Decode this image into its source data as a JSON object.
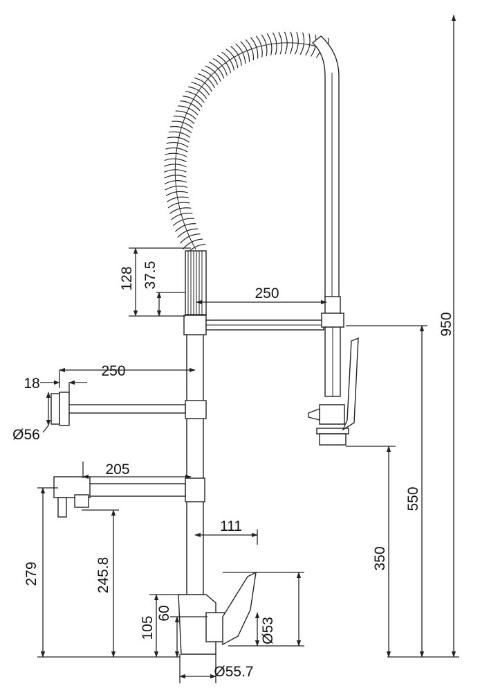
{
  "drawing": {
    "type": "technical-drawing",
    "subject": "pre-rinse faucet",
    "dimensions": {
      "d128": "128",
      "d37_5": "37.5",
      "d250_top": "250",
      "d250_mid": "250",
      "d18": "18",
      "d56": "Ø56",
      "d205": "205",
      "d279": "279",
      "d245_8": "245.8",
      "d111": "111",
      "d105": "105",
      "d60": "60",
      "d53": "Ø53",
      "d55_7": "Ø55.7",
      "d950": "950",
      "d550": "550",
      "d350": "350"
    },
    "colors": {
      "line": "#222222",
      "background": "#ffffff"
    }
  }
}
